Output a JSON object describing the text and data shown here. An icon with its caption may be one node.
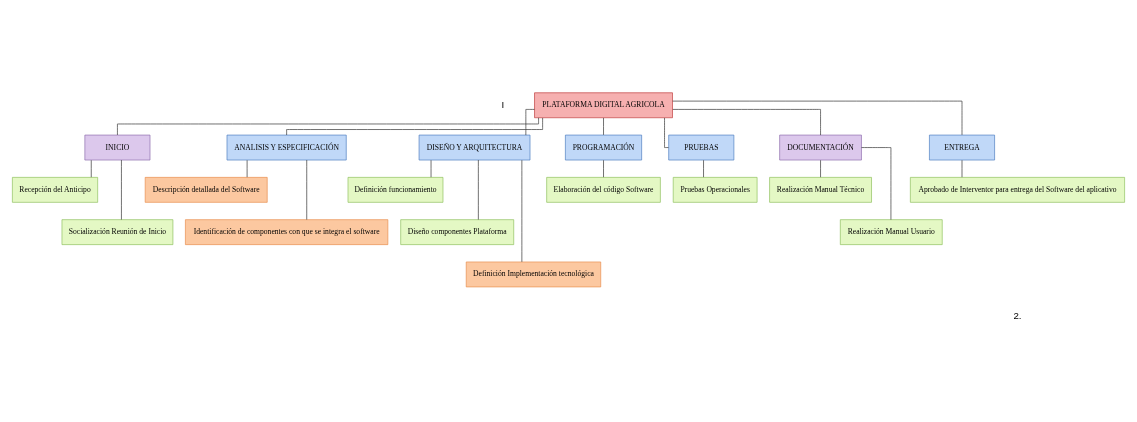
{
  "diagram": {
    "nodes": [
      {
        "text": [
          "PLATAFORMA DIGITAL AGRICOLA"
        ]
      },
      {
        "text": [
          "INICIO"
        ]
      },
      {
        "text": [
          "ANALISIS Y ESPECIFICACIÓN"
        ]
      },
      {
        "text": [
          "DISEÑO Y ARQUITECTURA"
        ]
      },
      {
        "text": [
          "PROGRAMACIÓN"
        ]
      },
      {
        "text": [
          "PRUEBAS"
        ]
      },
      {
        "text": [
          "DOCUMENTACIÓN"
        ]
      },
      {
        "text": [
          "ENTREGA"
        ]
      },
      {
        "text": [
          "Recepción del Anticipo"
        ]
      },
      {
        "text": [
          "Socialización Reunión de Inicio"
        ]
      },
      {
        "text": [
          "Descripción detallada del Software"
        ]
      },
      {
        "text": [
          "Identificación de componentes con que se integra el software"
        ]
      },
      {
        "text": [
          "Definición funcionamiento"
        ]
      },
      {
        "text": [
          "Diseño componentes Plataforma"
        ]
      },
      {
        "text": [
          "Definición Implementación tecnológica"
        ]
      },
      {
        "text": [
          "Elaboración del código Software"
        ]
      },
      {
        "text": [
          "Pruebas Operacionales"
        ]
      },
      {
        "text": [
          "Realización Manual Técnico"
        ]
      },
      {
        "text": [
          "Realización Manual Usuario"
        ]
      },
      {
        "text": [
          "Aprobado de Interventor para entrega del Software del aplicativo"
        ]
      }
    ],
    "edges": [
      {
        "from": 0,
        "to": 1,
        "arrow": "none"
      },
      {
        "from": 0,
        "to": 2,
        "arrow": "none"
      },
      {
        "from": 0,
        "to": 3,
        "arrow": "none"
      },
      {
        "from": 0,
        "to": 4,
        "arrow": "none"
      },
      {
        "from": 0,
        "to": 5,
        "arrow": "none"
      },
      {
        "from": 0,
        "to": 6,
        "arrow": "none"
      },
      {
        "from": 0,
        "to": 7,
        "arrow": "none"
      },
      {
        "from": 1,
        "to": 8,
        "arrow": "none"
      },
      {
        "from": 1,
        "to": 9,
        "arrow": "none"
      },
      {
        "from": 2,
        "to": 10,
        "arrow": "none"
      },
      {
        "from": 2,
        "to": 11,
        "arrow": "none"
      },
      {
        "from": 3,
        "to": 12,
        "arrow": "none"
      },
      {
        "from": 3,
        "to": 13,
        "arrow": "none"
      },
      {
        "from": 3,
        "to": 14,
        "arrow": "none"
      },
      {
        "from": 4,
        "to": 15,
        "arrow": "none"
      },
      {
        "from": 5,
        "to": 16,
        "arrow": "none"
      },
      {
        "from": 6,
        "to": 17,
        "arrow": "none"
      },
      {
        "from": 6,
        "to": 18,
        "arrow": "none"
      },
      {
        "from": 7,
        "to": 19,
        "arrow": "none"
      }
    ],
    "labels": [
      "I",
      "2."
    ]
  }
}
